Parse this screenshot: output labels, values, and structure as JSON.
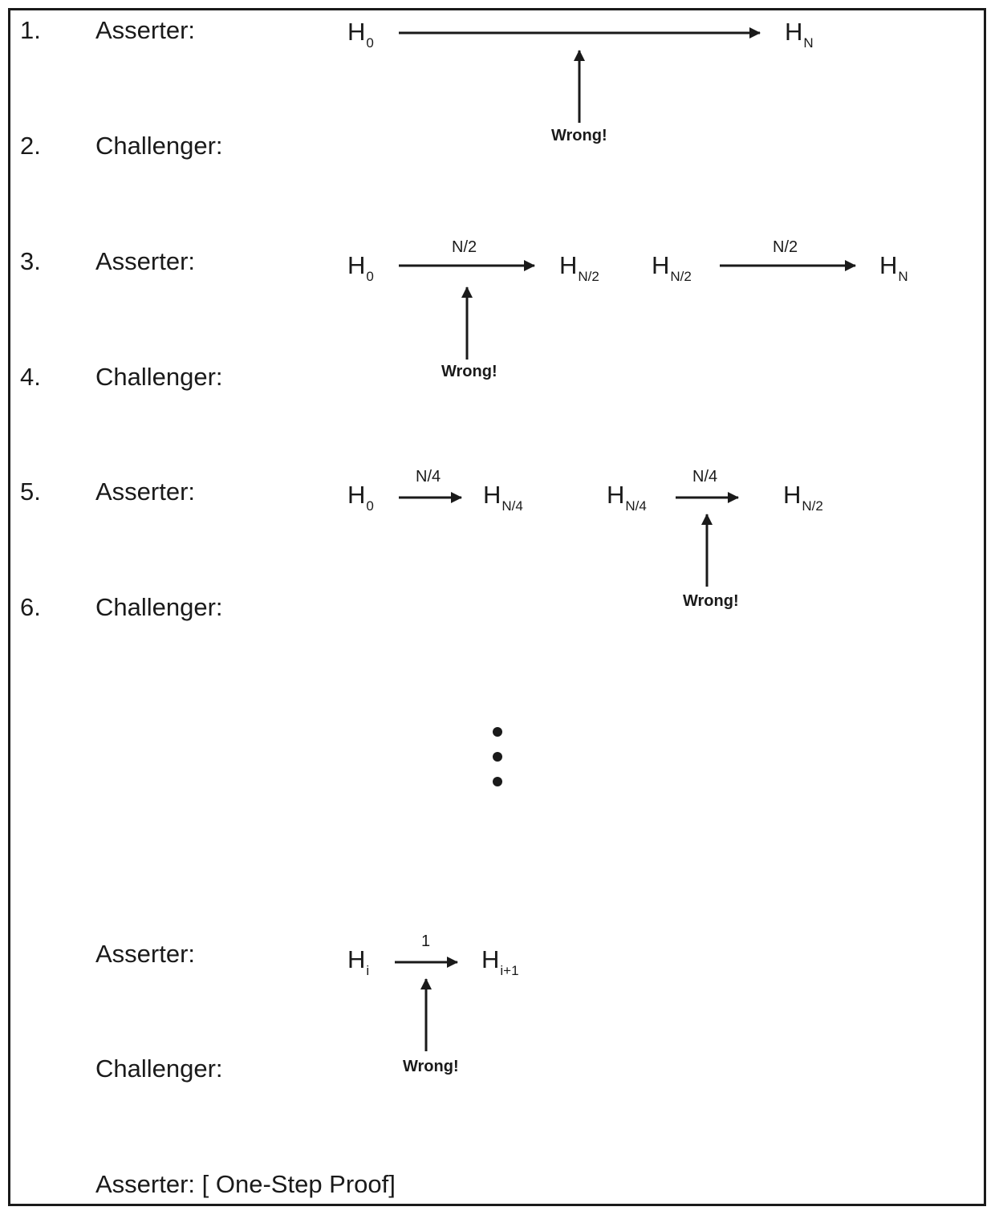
{
  "steps": [
    {
      "number": "1.",
      "role": "Asserter:"
    },
    {
      "number": "2.",
      "role": "Challenger:"
    },
    {
      "number": "3.",
      "role": "Asserter:"
    },
    {
      "number": "4.",
      "role": "Challenger:"
    },
    {
      "number": "5.",
      "role": "Asserter:"
    },
    {
      "number": "6.",
      "role": "Challenger:"
    }
  ],
  "final": {
    "asserter": "Asserter:",
    "challenger": "Challenger:",
    "proof": "Asserter: [ One-Step Proof]"
  },
  "states": {
    "h0": {
      "base": "H",
      "sub": "0"
    },
    "hN": {
      "base": "H",
      "sub": "N"
    },
    "hN2": {
      "base": "H",
      "sub": "N/2"
    },
    "hN4": {
      "base": "H",
      "sub": "N/4"
    },
    "hi": {
      "base": "H",
      "sub": "i"
    },
    "hi1": {
      "base": "H",
      "sub": "i+1"
    }
  },
  "arrow_labels": {
    "half": "N/2",
    "quarter": "N/4",
    "one": "1"
  },
  "challenge_text": "Wrong!",
  "colors": {
    "ink": "#1a1a1a",
    "background": "#ffffff"
  }
}
